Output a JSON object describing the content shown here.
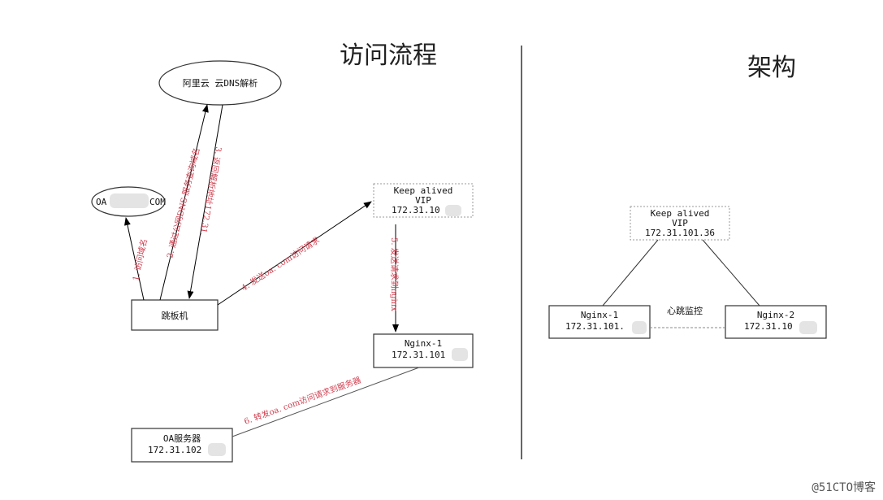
{
  "titles": {
    "left": "访问流程",
    "right": "架构"
  },
  "nodes": {
    "dns": "阿里云 云DNS解析",
    "oa_domain_prefix": "OA",
    "oa_domain_suffix": "COM",
    "jump": "跳板机",
    "ka_title": "Keep alived",
    "ka_vip": "VIP",
    "ka_ip": "172.31.10",
    "nginx1_name": "Nginx-1",
    "nginx1_ip": "172.31.101",
    "oa_server_name": "OA服务器",
    "oa_server_ip": "172.31.102"
  },
  "edges": {
    "e1": "1. 访问域名",
    "e2": "2. 通过公网DNS 服务查询域名",
    "e3": "3. 返回解析地址172.31.",
    "e4": "4. 发送oa.      com访问请求",
    "e5": "5. 发送请求到nginx",
    "e6": "6. 转发oa.      com访问请求到服务器"
  },
  "arch": {
    "ka_title": "Keep alived",
    "ka_vip": "VIP",
    "ka_ip": "172.31.101.36",
    "n1_name": "Nginx-1",
    "n1_ip": "172.31.101.",
    "n2_name": "Nginx-2",
    "n2_ip": "172.31.10",
    "heartbeat": "心跳监控"
  },
  "watermark": "@51CTO博客"
}
